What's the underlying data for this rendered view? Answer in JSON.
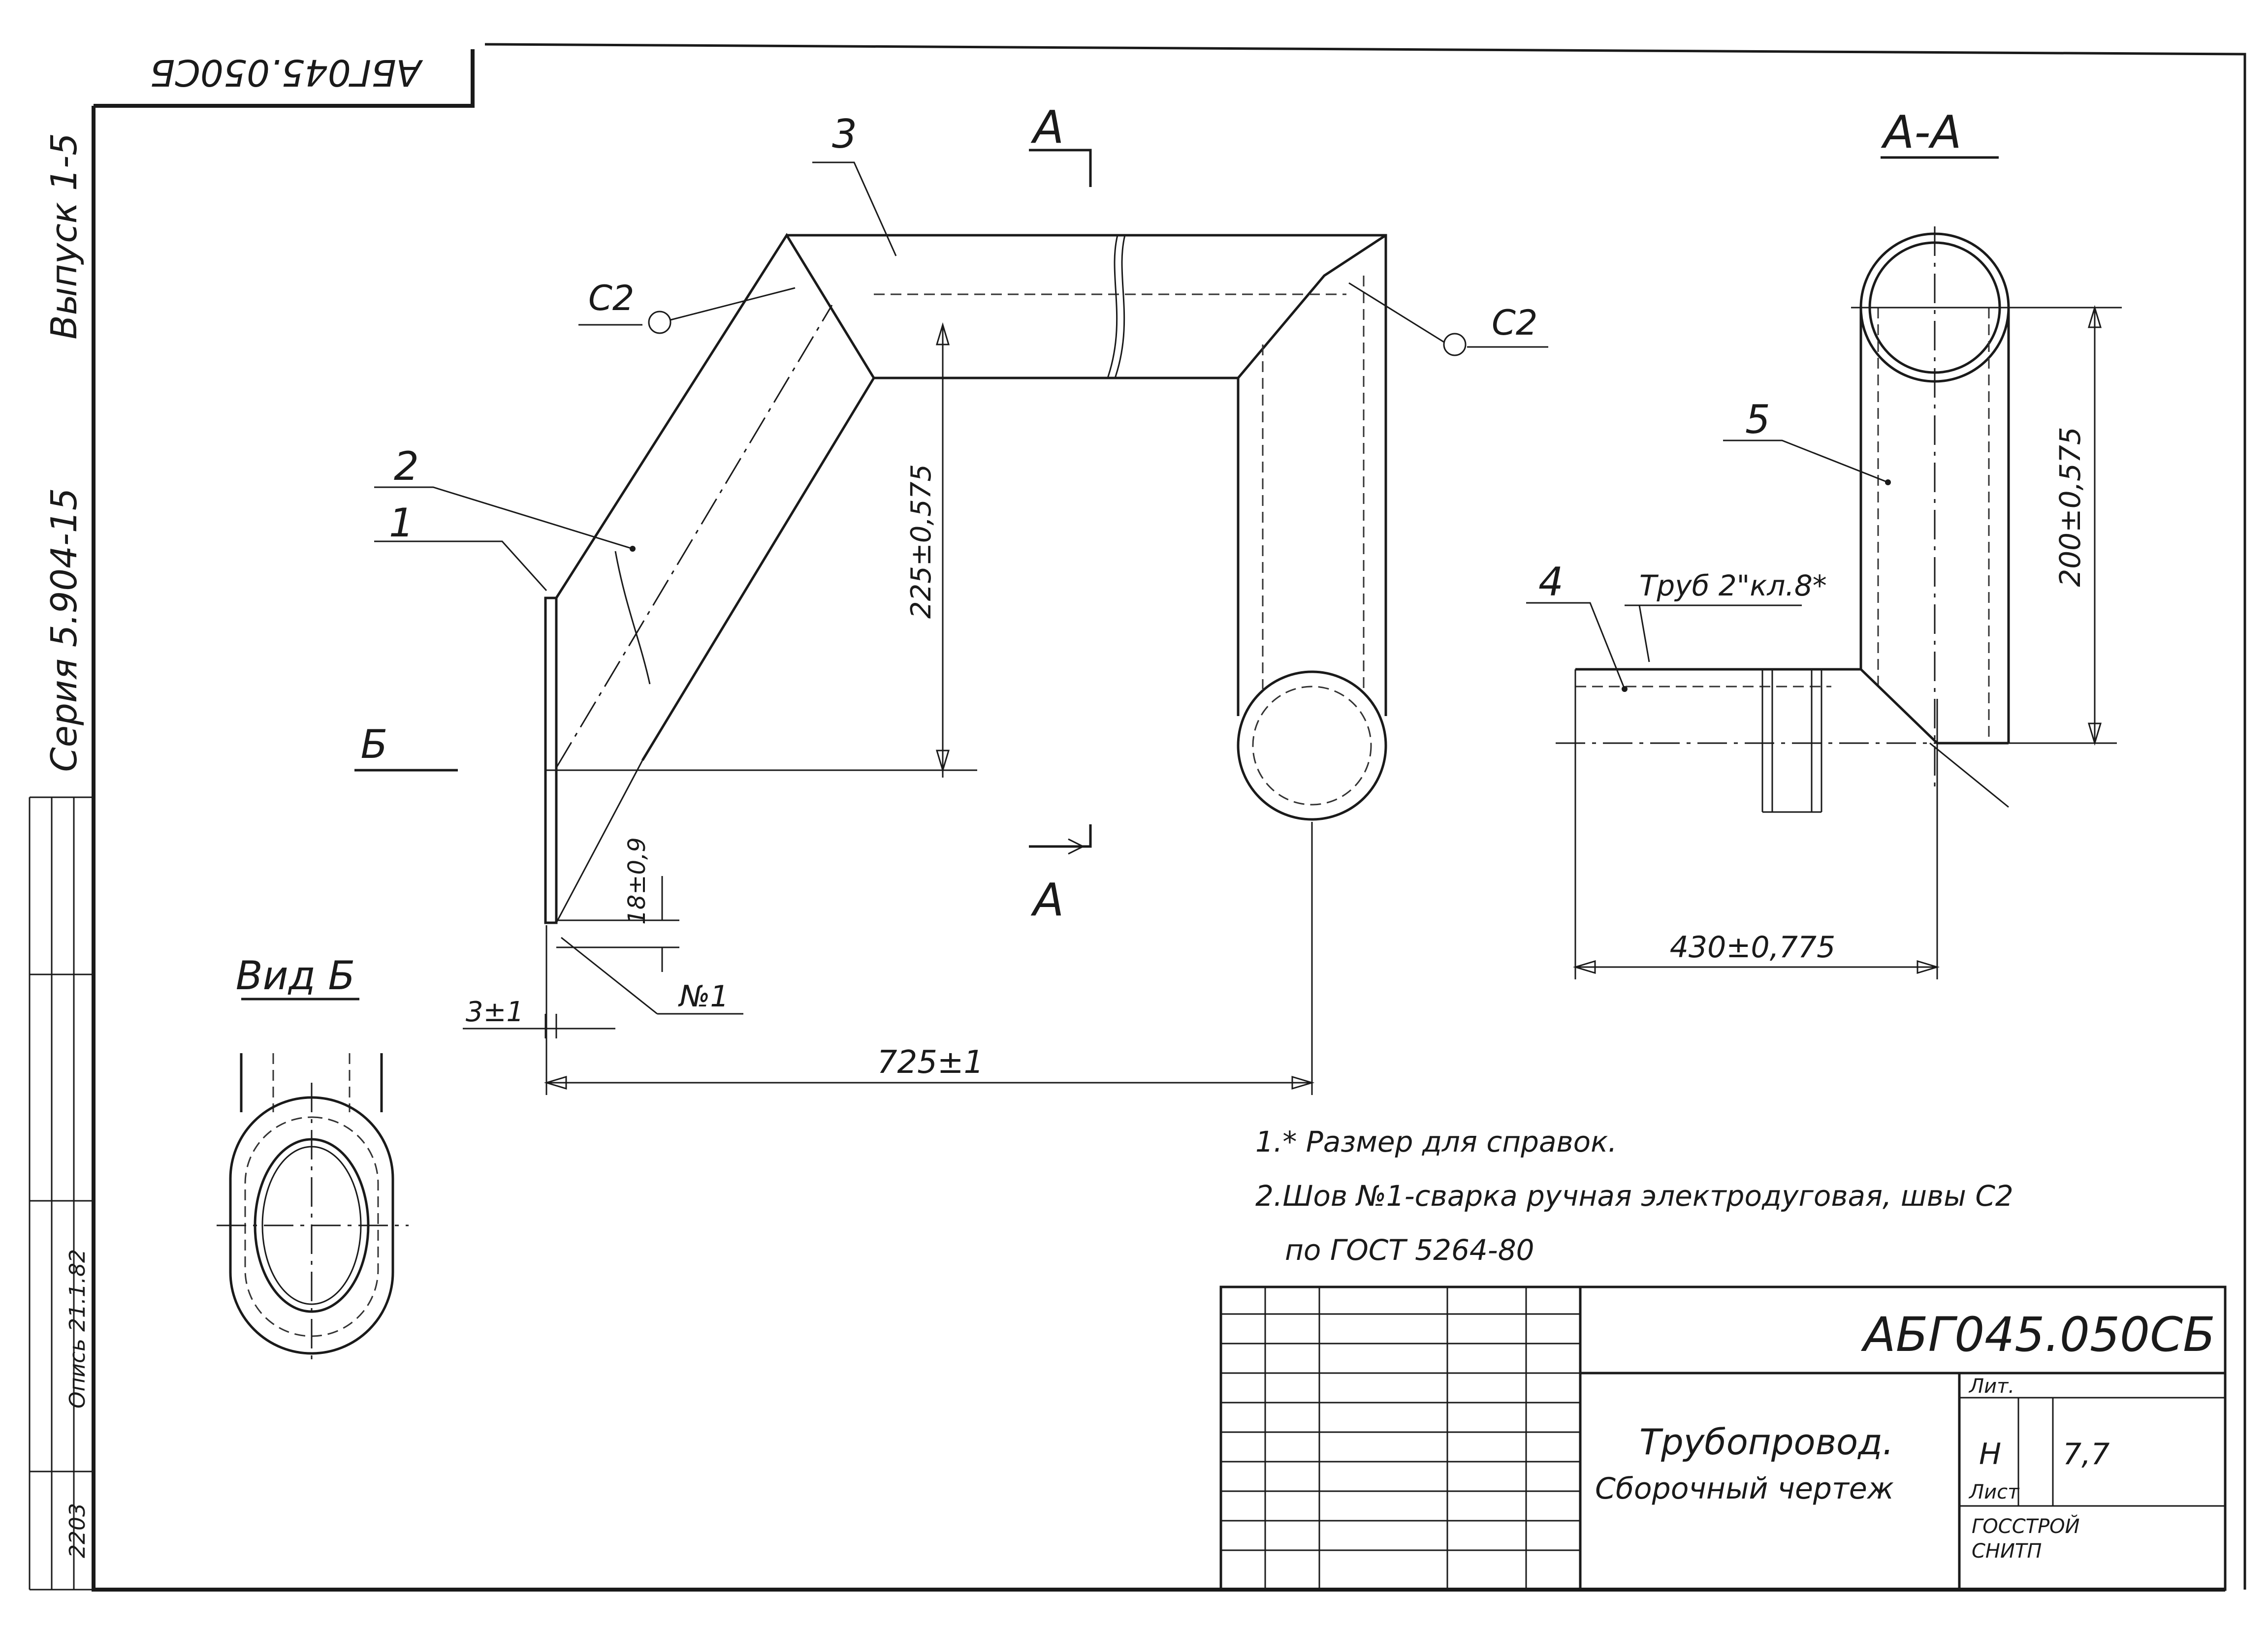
{
  "document": {
    "stamp_top_code": "АБГ045.050СБ",
    "side_issue": "Выпуск 1-5",
    "side_series": "Серия 5.904-15",
    "side_inv": "2203",
    "side_date": "Опись 21.1.82"
  },
  "views": {
    "section_mark_top": "А",
    "section_mark_bottom": "А",
    "section_title": "А-А",
    "view_title": "Вид Б",
    "view_mark": "Б"
  },
  "callouts": {
    "p1": "1",
    "p2": "2",
    "p3": "3",
    "p4": "4",
    "p5": "5",
    "weld_left": "С2",
    "weld_right": "С2",
    "weld_no1": "№1",
    "pipe_spec": "Труб 2\"кл.8*"
  },
  "dimensions": {
    "d725": "725±1",
    "d225": "225±0,575",
    "d18": "18±0,9",
    "d3": "3±1",
    "d430": "430±0,775",
    "d200": "200±0,575"
  },
  "notes": {
    "n1": "1.* Размер для справок.",
    "n2": "2.Шов №1-сварка ручная электродуговая, швы С2",
    "n3": "по ГОСТ 5264-80"
  },
  "title_block": {
    "code": "АБГ045.050СБ",
    "name_line1": "Трубопровод.",
    "name_line2": "Сборочный чертеж",
    "lit_label": "Лит.",
    "lit_value": "Н",
    "mass_value": "7,7",
    "sheet_label": "Лист",
    "org_line1": "ГОССТРОЙ",
    "org_line2": "СНИТП"
  }
}
